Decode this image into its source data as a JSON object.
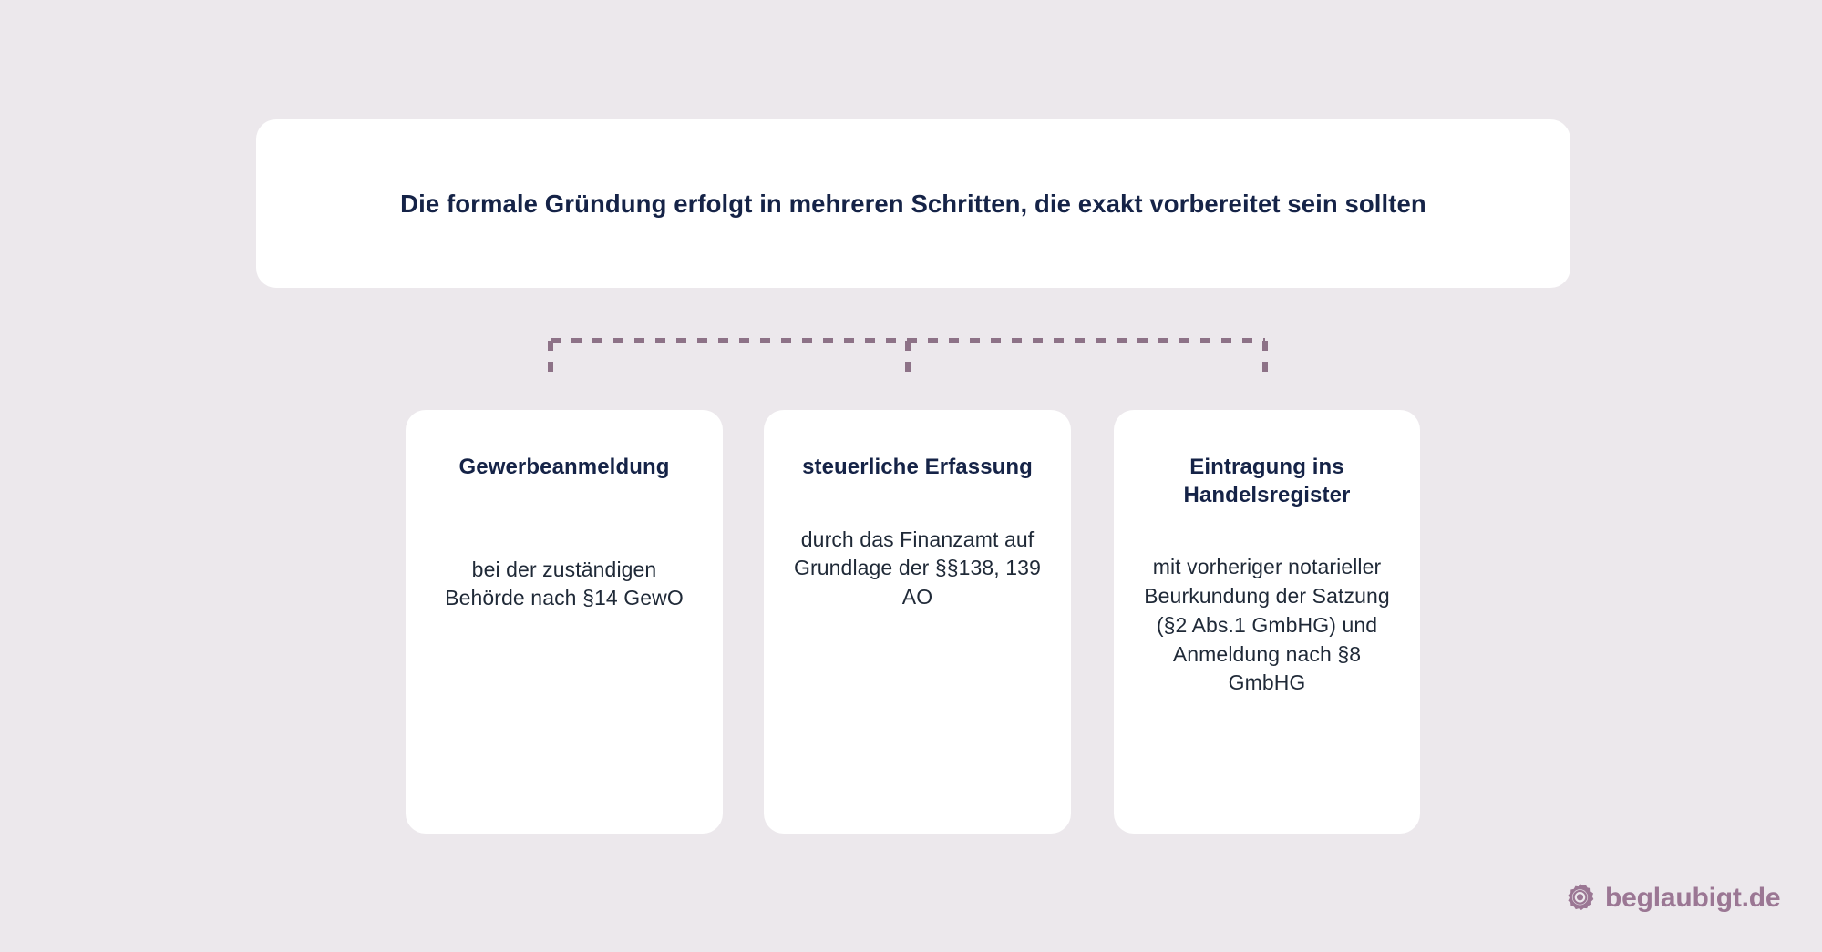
{
  "background_color": "#ece8ec",
  "header": {
    "title": "Die formale Gründung erfolgt in mehreren Schritten, die exakt vorbereitet sein sollten",
    "card_color": "#ffffff",
    "text_color": "#152347"
  },
  "connector": {
    "style": "dashed",
    "color": "#8d7287",
    "branches": 3
  },
  "cards": [
    {
      "title": "Gewerbeanmeldung",
      "body": "bei der zuständigen Behörde nach §14 GewO"
    },
    {
      "title": "steuerliche Erfassung",
      "body": "durch das Finanzamt auf Grundlage der §§138, 139 AO"
    },
    {
      "title": "Eintragung ins Handelsregister",
      "body": "mit vorheriger notarieller Beurkundung der Satzung (§2 Abs.1 GmbHG) und Anmeldung nach §8 GmbHG"
    }
  ],
  "brand": {
    "name": "beglaubigt.de",
    "icon": "gear-badge-icon",
    "color": "#9b7794"
  }
}
